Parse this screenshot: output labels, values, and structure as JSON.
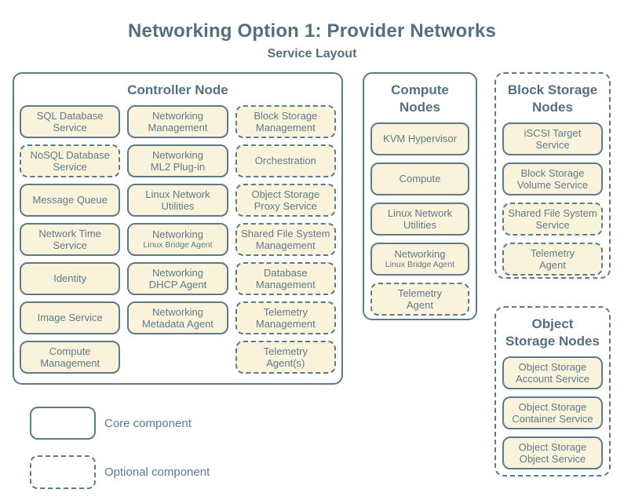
{
  "page": {
    "title": "Networking Option 1: Provider Networks",
    "subtitle": "Service Layout"
  },
  "colors": {
    "ink": "#5d7a87",
    "title_ink": "#54707e",
    "box_fill": "#faf3dc",
    "background": "#ffffff"
  },
  "controller": {
    "title": "Controller Node",
    "col1": [
      {
        "label": "SQL Database\nService",
        "optional": false
      },
      {
        "label": "NoSQL Database\nService",
        "optional": true
      },
      {
        "label": "Message Queue",
        "optional": false
      },
      {
        "label": "Network Time\nService",
        "optional": false
      },
      {
        "label": "Identity",
        "optional": false
      },
      {
        "label": "Image Service",
        "optional": false
      },
      {
        "label": "Compute\nManagement",
        "optional": false
      }
    ],
    "col2": [
      {
        "label": "Networking\nManagement",
        "optional": false
      },
      {
        "label": "Networking\nML2 Plug-in",
        "optional": false
      },
      {
        "label": "Linux Network\nUtilities",
        "optional": false
      },
      {
        "label": "Networking",
        "sublabel": "Linux Bridge Agent",
        "optional": false
      },
      {
        "label": "Networking\nDHCP Agent",
        "optional": false
      },
      {
        "label": "Networking\nMetadata Agent",
        "optional": false
      }
    ],
    "col3": [
      {
        "label": "Block Storage\nManagement",
        "optional": true
      },
      {
        "label": "Orchestration",
        "optional": true
      },
      {
        "label": "Object Storage\nProxy Service",
        "optional": true
      },
      {
        "label": "Shared File System\nManagement",
        "optional": true
      },
      {
        "label": "Database\nManagement",
        "optional": true
      },
      {
        "label": "Telemetry\nManagement",
        "optional": true
      },
      {
        "label": "Telemetry\nAgent(s)",
        "optional": true
      }
    ]
  },
  "compute": {
    "title": "Compute\nNodes",
    "items": [
      {
        "label": "KVM Hypervisor",
        "optional": false
      },
      {
        "label": "Compute",
        "optional": false
      },
      {
        "label": "Linux Network\nUtilities",
        "optional": false
      },
      {
        "label": "Networking",
        "sublabel": "Linux Bridge Agent",
        "optional": false
      },
      {
        "label": "Telemetry\nAgent",
        "optional": true
      }
    ]
  },
  "block_storage": {
    "title": "Block Storage\nNodes",
    "items": [
      {
        "label": "iSCSI Target\nService",
        "optional": false
      },
      {
        "label": "Block Storage\nVolume Service",
        "optional": false
      },
      {
        "label": "Shared File System\nService",
        "optional": true
      },
      {
        "label": "Telemetry\nAgent",
        "optional": true
      }
    ]
  },
  "object_storage": {
    "title": "Object\nStorage Nodes",
    "items": [
      {
        "label": "Object Storage\nAccount Service",
        "optional": false
      },
      {
        "label": "Object Storage\nContainer Service",
        "optional": false
      },
      {
        "label": "Object Storage\nObject Service",
        "optional": false
      }
    ]
  },
  "legend": {
    "core": "Core component",
    "optional": "Optional component"
  }
}
